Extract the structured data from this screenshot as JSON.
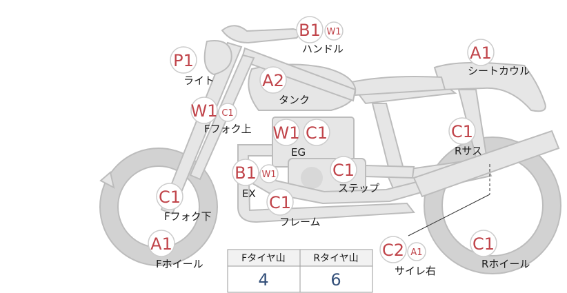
{
  "parts": [
    {
      "id": "handle",
      "label": "ハンドル",
      "grade": "B1",
      "sub": "W1"
    },
    {
      "id": "seat-cowl",
      "label": "シートカウル",
      "grade": "A1",
      "sub": ""
    },
    {
      "id": "light",
      "label": "ライト",
      "grade": "P1",
      "sub": ""
    },
    {
      "id": "tank",
      "label": "タンク",
      "grade": "A2",
      "sub": ""
    },
    {
      "id": "fork-upper",
      "label": "Fフォク上",
      "grade": "W1",
      "sub": "C1"
    },
    {
      "id": "engine",
      "label": "EG",
      "grade": "W1",
      "grade2": "C1",
      "sub": ""
    },
    {
      "id": "rear-suspension",
      "label": "Rサス",
      "grade": "C1",
      "sub": ""
    },
    {
      "id": "exhaust",
      "label": "EX",
      "grade": "B1",
      "sub": "W1"
    },
    {
      "id": "step",
      "label": "ステップ",
      "grade": "C1",
      "sub": ""
    },
    {
      "id": "fork-lower",
      "label": "Fフォク下",
      "grade": "C1",
      "sub": ""
    },
    {
      "id": "frame",
      "label": "フレーム",
      "grade": "C1",
      "sub": ""
    },
    {
      "id": "front-wheel",
      "label": "Fホイール",
      "grade": "A1",
      "sub": ""
    },
    {
      "id": "muffler-right",
      "label": "サイレ右",
      "grade": "C2",
      "sub": "A1"
    },
    {
      "id": "rear-wheel",
      "label": "Rホイール",
      "grade": "C1",
      "sub": ""
    }
  ],
  "tread_table": {
    "headers": [
      "Fタイヤ山",
      "Rタイヤ山"
    ],
    "values": [
      "4",
      "6"
    ]
  },
  "colors": {
    "grade_text": "#c0444a",
    "tread_value": "#34507a",
    "bike_fill": "#e6e6e6",
    "bike_stroke": "#bcbcbc"
  }
}
